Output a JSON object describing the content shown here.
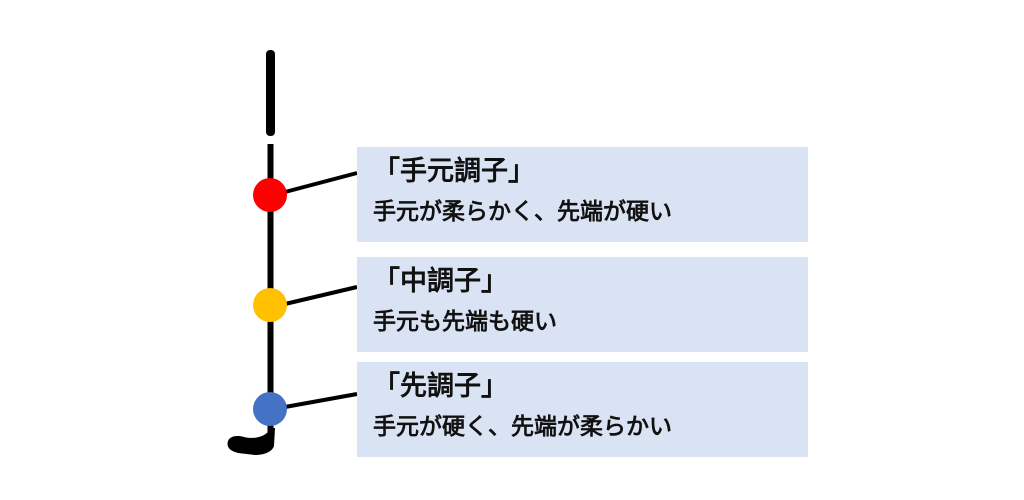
{
  "colors": {
    "shaft": "#000000",
    "box_background": "#dae3f3",
    "text": "#111111"
  },
  "flex_points": [
    {
      "title": "「手元調子」",
      "description": "手元が柔らかく、先端が硬い",
      "dot_color": "#ff0000"
    },
    {
      "title": "「中調子」",
      "description": "手元も先端も硬い",
      "dot_color": "#ffc000"
    },
    {
      "title": "「先調子」",
      "description": "手元が硬く、先端が柔らかい",
      "dot_color": "#4472c4"
    }
  ]
}
